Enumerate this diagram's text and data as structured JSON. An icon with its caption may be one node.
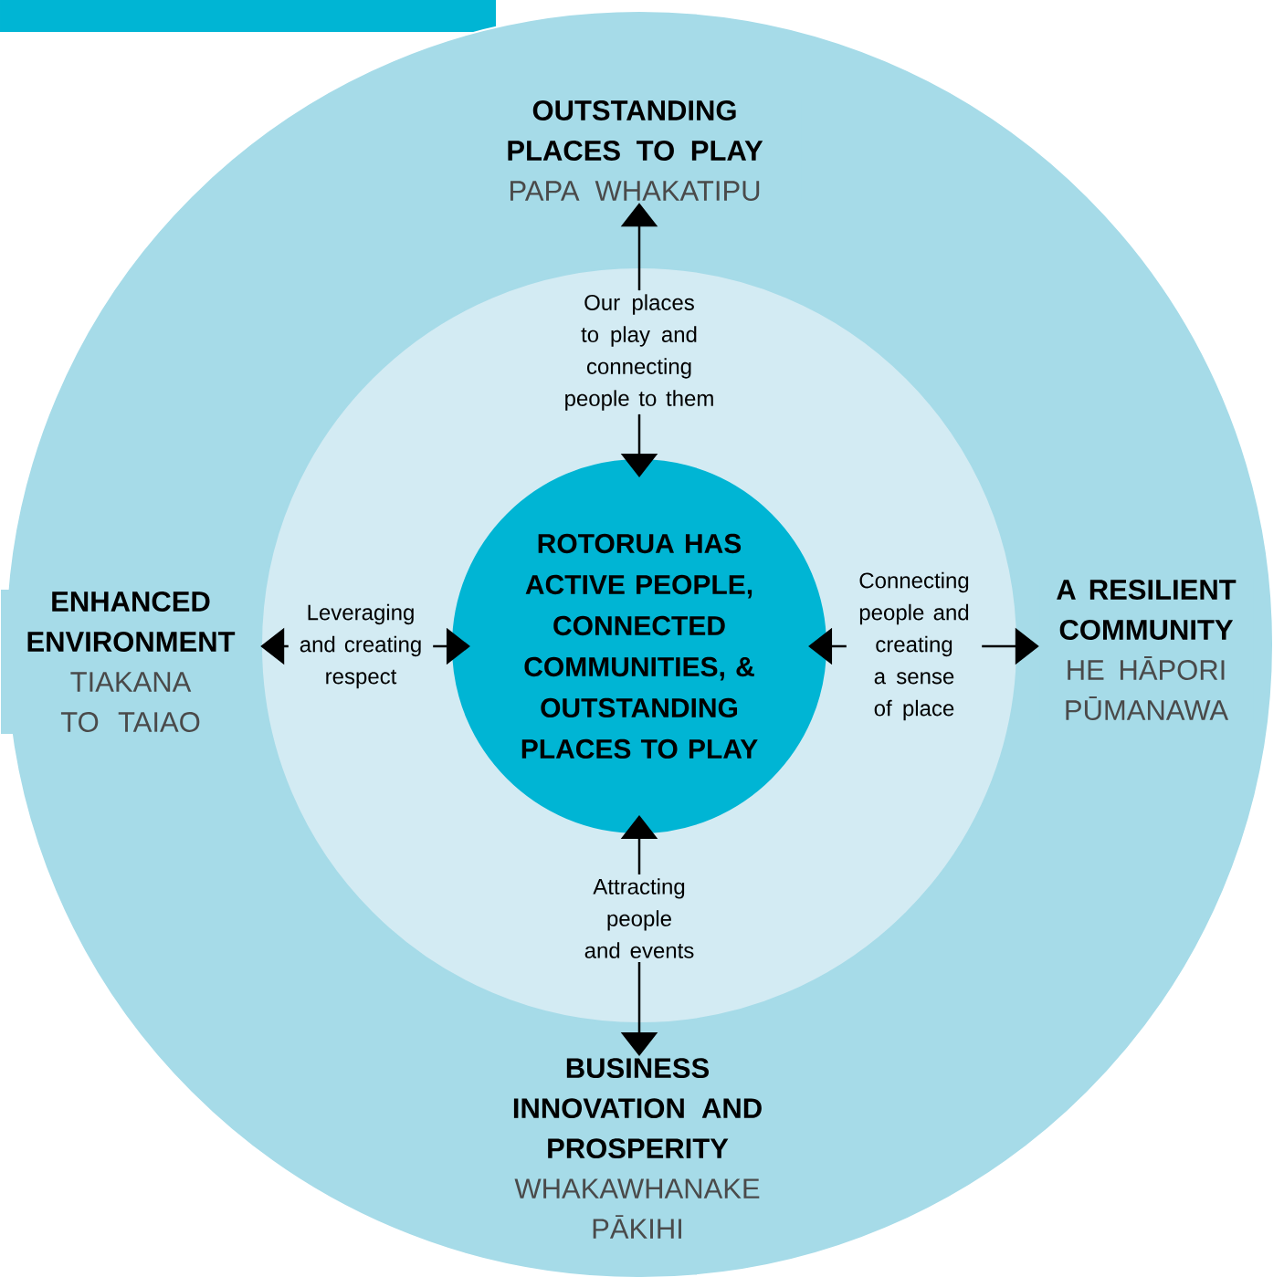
{
  "diagram": {
    "nodes": [
      {
        "text": [],
        "shape": "circle"
      },
      {
        "text": [],
        "shape": "circle",
        "in": 0
      },
      {
        "text": [
          "OUTSTANDING PLACES TO PLAY",
          "PAPA WHAKATIPU"
        ],
        "in": 0
      },
      {
        "text": [
          "Our places to play and connecting people to them"
        ],
        "in": 1
      },
      {
        "text": [
          "ENHANCED ENVIRONMENT",
          "TIAKANA TO TAIAO"
        ],
        "in": 0
      },
      {
        "text": [
          "Leveraging and creating respect"
        ],
        "in": 1
      },
      {
        "text": [
          "ROTORUA HAS ACTIVE PEOPLE, CONNECTED COMMUNITIES, & OUTSTANDING PLACES TO PLAY"
        ],
        "in": 1
      },
      {
        "text": [
          "Connecting people and creating a sense of place"
        ],
        "in": 1
      },
      {
        "text": [
          "A RESILIENT COMMUNITY",
          "HE HĀPORI PŪMANAWA"
        ],
        "in": 0
      },
      {
        "text": [
          "Attracting people and events"
        ],
        "in": 1
      },
      {
        "text": [
          "BUSINESS INNOVATION AND PROSPERITY",
          "WHAKAWHANAKE PĀKIHI"
        ],
        "in": 0
      }
    ],
    "edges": [
      {
        "from": 3,
        "to": 2,
        "arrow": "to"
      },
      {
        "from": 3,
        "to": 6,
        "arrow": "to"
      },
      {
        "from": 5,
        "to": 4,
        "arrow": "to"
      },
      {
        "from": 5,
        "to": 6,
        "arrow": "to"
      },
      {
        "from": 7,
        "to": 6,
        "arrow": "to"
      },
      {
        "from": 7,
        "to": 8,
        "arrow": "to"
      },
      {
        "from": 9,
        "to": 6,
        "arrow": "to"
      },
      {
        "from": 9,
        "to": 10,
        "arrow": "to"
      }
    ]
  }
}
